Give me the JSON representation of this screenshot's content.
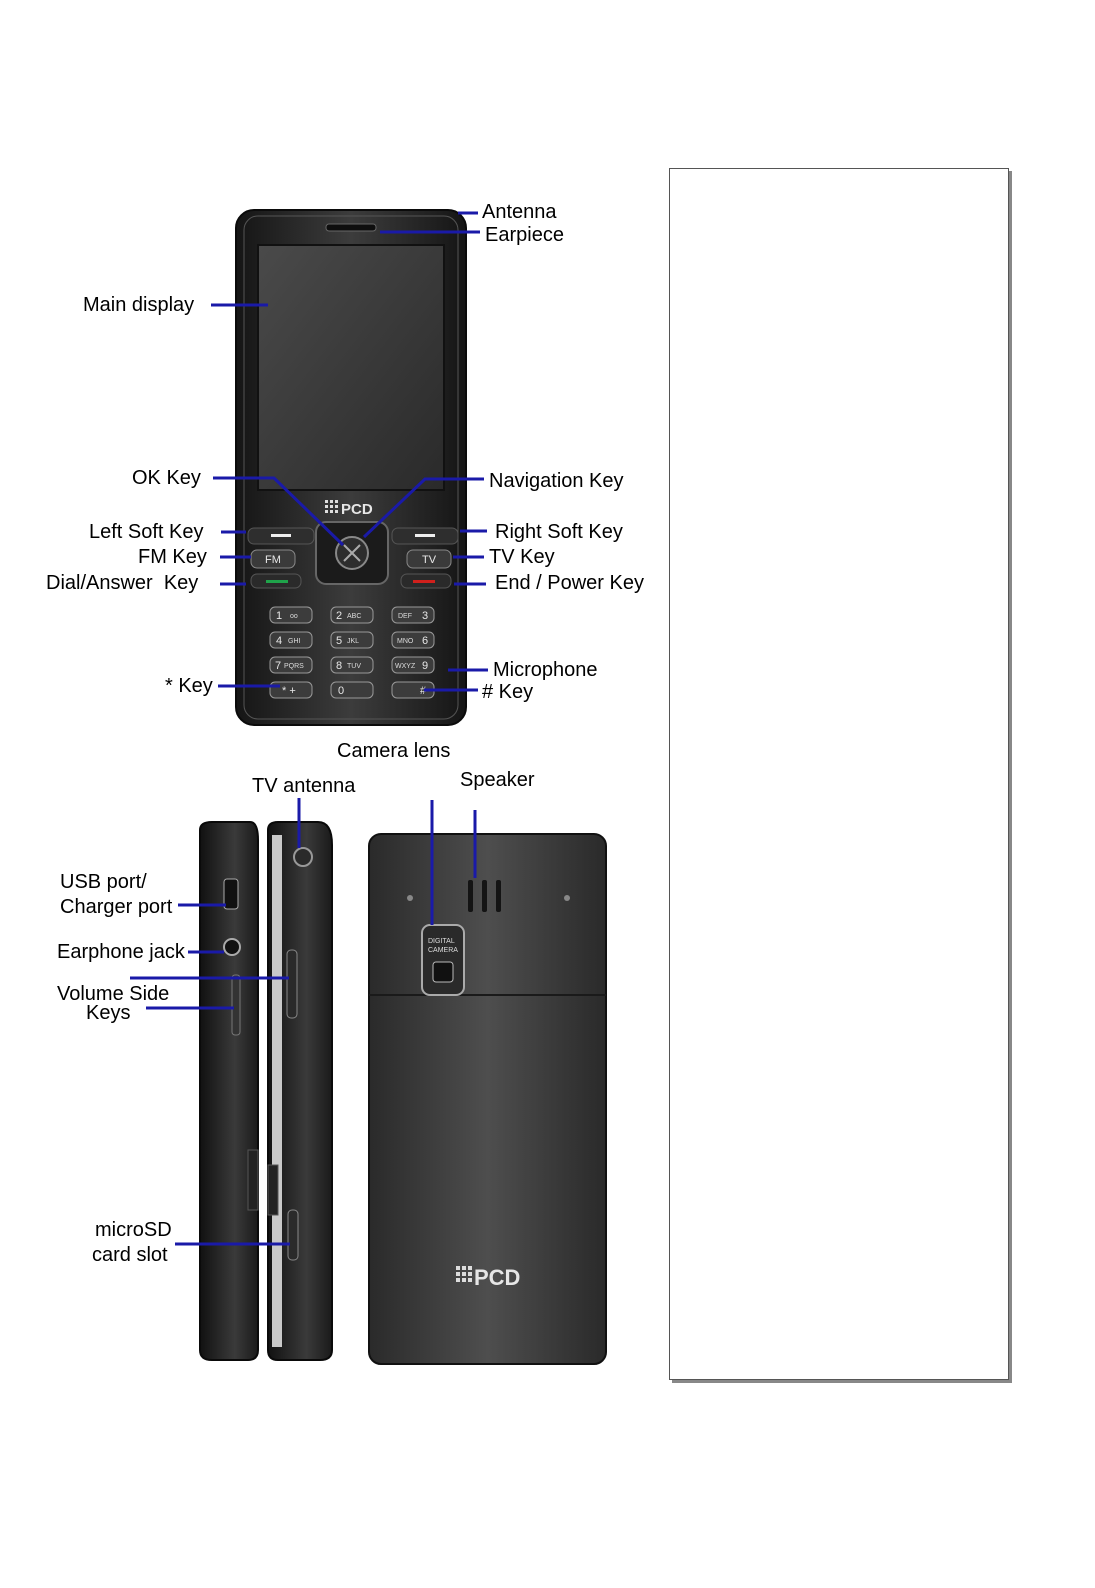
{
  "labels": {
    "antenna": "Antenna",
    "earpiece": "Earpiece",
    "main_display": "Main display",
    "ok_key": "OK Key",
    "navigation_key": "Navigation Key",
    "left_soft_key": "Left Soft Key",
    "right_soft_key": "Right Soft Key",
    "fm_key": "FM Key",
    "tv_key": "TV Key",
    "dial_answer_key": "Dial/Answer  Key",
    "end_power_key": "End / Power Key",
    "microphone": "Microphone",
    "star_key": "* Key",
    "hash_key": "# Key",
    "camera_lens": "Camera lens",
    "tv_antenna": "TV antenna",
    "speaker": "Speaker",
    "usb_port_line1": "USB port/",
    "usb_port_line2": "Charger port",
    "earphone_jack": "Earphone jack",
    "volume_line1": "Volume Side",
    "volume_line2": "Keys",
    "microsd_line1": "microSD",
    "microsd_line2": "card slot"
  },
  "phone_keys": {
    "fm": "FM",
    "tv": "TV",
    "k1": "1",
    "k1s": "oo",
    "k2": "2",
    "k2s": "ABC",
    "k3": "3",
    "k3s": "DEF",
    "k4": "4",
    "k4s": "GHI",
    "k5": "5",
    "k5s": "JKL",
    "k6": "6",
    "k6s": "MNO",
    "k7": "7",
    "k7s": "PQRS",
    "k8": "8",
    "k8s": "TUV",
    "k9": "9",
    "k9s": "WXYZ",
    "kstar": "* +",
    "k0": "0",
    "kh": "#"
  },
  "brand": {
    "logo": "PCD",
    "camera_line1": "DIGITAL",
    "camera_line2": "CAMERA"
  },
  "colors": {
    "leader": "#1a1aa8",
    "phone_body": "#2b2b2b",
    "screen": "#3a3a3a",
    "dial_green": "#1fa34a",
    "end_red": "#d0201c"
  }
}
